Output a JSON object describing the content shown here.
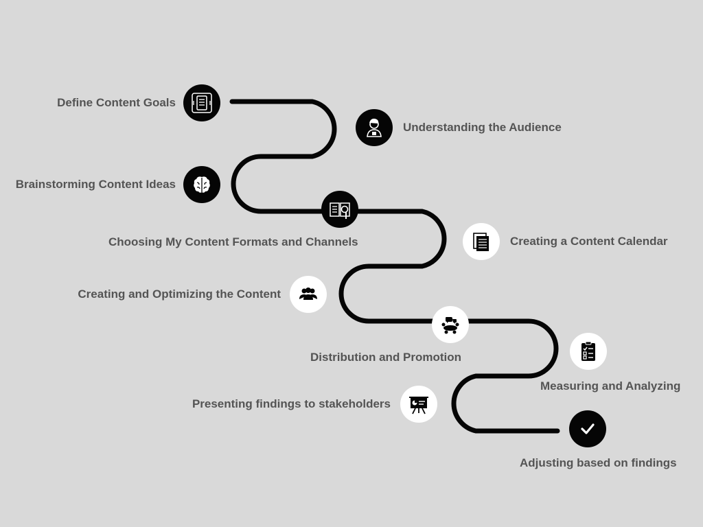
{
  "steps": [
    {
      "label": "Define Content Goals",
      "icon": "document-icon",
      "style": "dark"
    },
    {
      "label": "Understanding the Audience",
      "icon": "person-icon",
      "style": "dark"
    },
    {
      "label": "Brainstorming Content Ideas",
      "icon": "brain-icon",
      "style": "dark"
    },
    {
      "label": "Choosing My Content Formats and Channels",
      "icon": "book-search-icon",
      "style": "dark"
    },
    {
      "label": "Creating a Content Calendar",
      "icon": "pages-icon",
      "style": "light"
    },
    {
      "label": "Creating and Optimizing the Content",
      "icon": "team-icon",
      "style": "light"
    },
    {
      "label": "Distribution and Promotion",
      "icon": "meeting-icon",
      "style": "light"
    },
    {
      "label": "Measuring and Analyzing",
      "icon": "checklist-icon",
      "style": "light"
    },
    {
      "label": "Presenting findings to stakeholders",
      "icon": "presentation-icon",
      "style": "light"
    },
    {
      "label": "Adjusting based on findings",
      "icon": "check-icon",
      "style": "dark"
    }
  ],
  "colors": {
    "background": "#d9d9d9",
    "road": "#050505",
    "text": "#545454"
  }
}
